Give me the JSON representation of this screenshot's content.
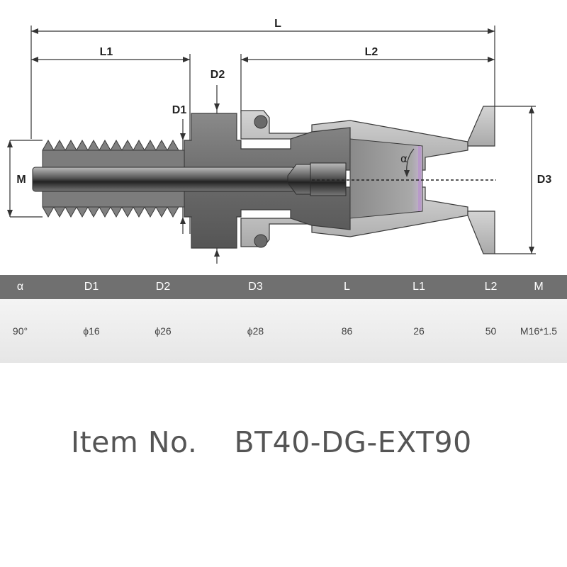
{
  "diagram": {
    "dimension_labels": {
      "L": "L",
      "L1": "L1",
      "L2": "L2",
      "D1": "D1",
      "D2": "D2",
      "D3": "D3",
      "M": "M",
      "alpha": "α"
    },
    "colors": {
      "body_dark": "#666666",
      "body_light": "#bdbdbd",
      "rod": "#4a4a4a",
      "accent_violet": "#b89ac9",
      "outline": "#3a3a3a"
    }
  },
  "spec_table": {
    "headers": [
      "α",
      "D1",
      "D2",
      "D3",
      "L",
      "L1",
      "L2",
      "M"
    ],
    "values": [
      "90°",
      "ϕ16",
      "ϕ26",
      "ϕ28",
      "86",
      "26",
      "50",
      "M16*1.5"
    ],
    "header_bg": "#707070"
  },
  "item": {
    "label": "Item No.",
    "number": "BT40-DG-EXT90"
  }
}
